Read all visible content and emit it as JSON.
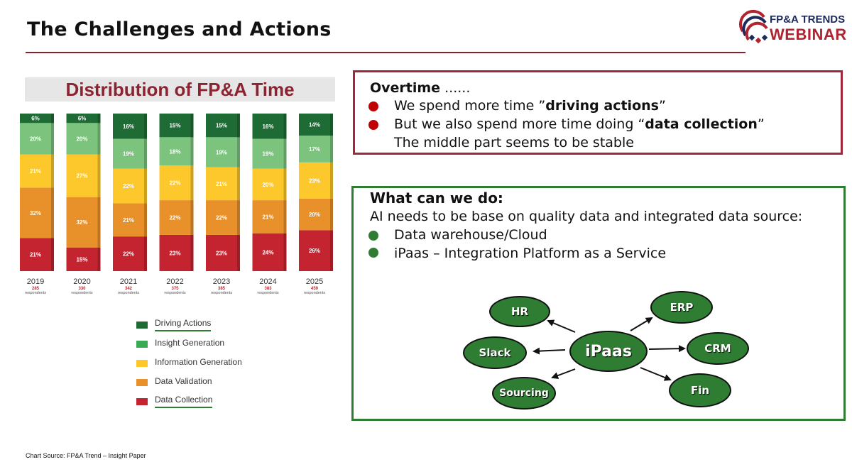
{
  "header": {
    "title": "The Challenges and Actions",
    "logo_top": "FP&A TRENDS",
    "logo_bottom": "WEBINAR"
  },
  "chart_heading": "Distribution of FP&A Time",
  "chart_data": {
    "type": "bar",
    "stacked": true,
    "percent_stacked": true,
    "title": "Distribution of FP&A Time",
    "categories": [
      "2019",
      "2020",
      "2021",
      "2022",
      "2023",
      "2024",
      "2025"
    ],
    "respondents": [
      "285",
      "330",
      "342",
      "375",
      "385",
      "383",
      "459"
    ],
    "respondents_label": "respondents",
    "series": [
      {
        "name": "Data Collection",
        "color": "#c3242f",
        "values": [
          21,
          15,
          22,
          23,
          23,
          24,
          26
        ]
      },
      {
        "name": "Data Validation",
        "color": "#e8912a",
        "values": [
          32,
          32,
          21,
          22,
          22,
          21,
          20
        ]
      },
      {
        "name": "Information Generation",
        "color": "#fdc82c",
        "values": [
          21,
          27,
          22,
          22,
          21,
          20,
          23
        ]
      },
      {
        "name": "Insight Generation",
        "color": "#7cc47e",
        "values": [
          20,
          20,
          19,
          18,
          19,
          19,
          17
        ]
      },
      {
        "name": "Driving Actions",
        "color": "#1f6b35",
        "values": [
          6,
          6,
          16,
          15,
          15,
          16,
          14
        ]
      }
    ],
    "legend": [
      "Driving Actions",
      "Insight Generation",
      "Information Generation",
      "Data Validation",
      "Data Collection"
    ],
    "legend_colors": [
      "#1f6b35",
      "#3aaa55",
      "#fdc82c",
      "#e8912a",
      "#c3242f"
    ],
    "legend_underlined": [
      "Driving Actions",
      "Data Collection"
    ],
    "data_label_suffix": "%"
  },
  "source": "Chart Source: FP&A Trend – Insight Paper",
  "overtime_box": {
    "heading": "Overtime",
    "heading_suffix": " ......",
    "bullet1_prefix": "We spend more time ”",
    "bullet1_bold": "driving actions",
    "bullet1_suffix": "”",
    "bullet2_prefix": "But we also spend more time doing “",
    "bullet2_bold": "data collection",
    "bullet2_suffix": "”",
    "line3": "The middle part seems to be stable",
    "bullet_color": "#c00000"
  },
  "action_box": {
    "heading": "What can we do:",
    "line1": "AI needs to be base on quality data and integrated data source:",
    "bullet1": "Data warehouse/Cloud",
    "bullet2": "iPaas – Integration Platform as a Service",
    "bullet_color": "#2e7d32"
  },
  "diagram": {
    "center": "iPaas",
    "nodes": {
      "hr": "HR",
      "erp": "ERP",
      "slack": "Slack",
      "crm": "CRM",
      "sourcing": "Sourcing",
      "fin": "Fin"
    },
    "node_color": "#2f7d33"
  }
}
